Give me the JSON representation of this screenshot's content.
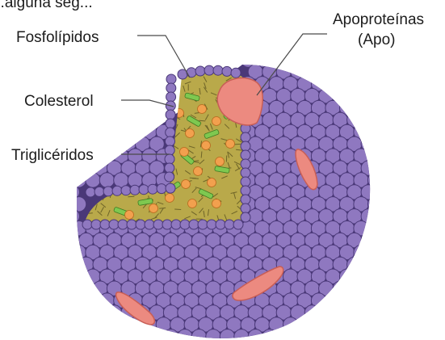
{
  "header_partial": "...alguna seg...",
  "labels": {
    "fosfolipidos": "Fosfolípidos",
    "colesterol": "Colesterol",
    "trigliceridos": "Triglicéridos",
    "apoproteinas_line1": "Apoproteínas",
    "apoproteinas_line2": "(Apo)"
  },
  "colors": {
    "phospholipid_head": "#8f78c0",
    "phospholipid_head_edge": "#4a3878",
    "interior": "#b9a94a",
    "apoprotein": "#ec8a80",
    "cholesterol": "#7ec850",
    "triglyceride": "#f2a04e"
  }
}
